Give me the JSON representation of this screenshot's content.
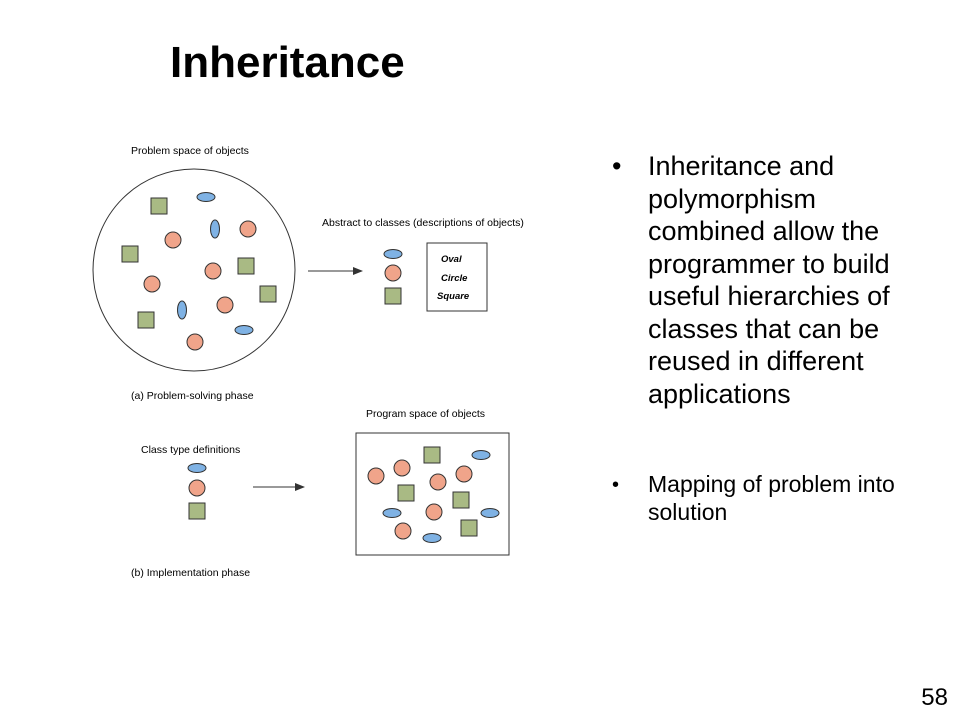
{
  "slide": {
    "title": "Inheritance",
    "page_number": "58"
  },
  "figure": {
    "problem_space_label": "Problem space of objects",
    "abstract_label": "Abstract to classes (descriptions of objects)",
    "class_box": {
      "oval": "Oval",
      "circle": "Circle",
      "square": "Square"
    },
    "phase_a_label": "(a) Problem-solving phase",
    "program_space_label": "Program space of objects",
    "class_type_label": "Class type definitions",
    "phase_b_label": "(b) Implementation phase"
  },
  "bullets": [
    {
      "marker": "•",
      "text": "Inheritance and polymorphism combined allow the programmer to build useful hierarchies of classes that can be reused in different applications"
    },
    {
      "marker": "•",
      "text": "Mapping of problem into solution"
    }
  ],
  "colors": {
    "square_fill": "#a9ba84",
    "circle_fill": "#f0a48a",
    "oval_fill": "#7fb2e4",
    "stroke": "#333333"
  }
}
